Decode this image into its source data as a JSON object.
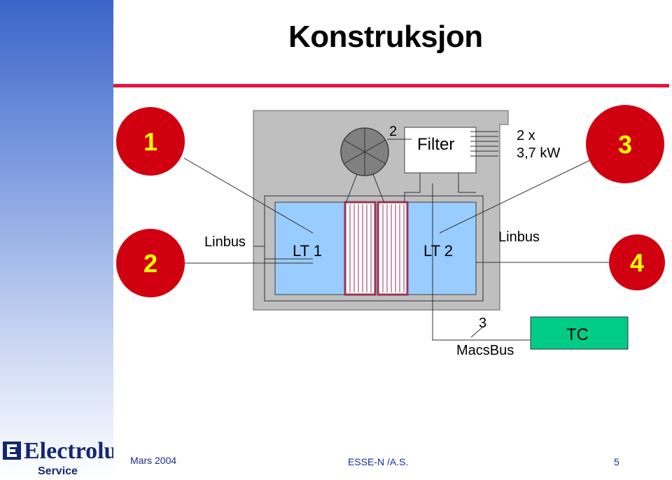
{
  "title": "Konstruksjon",
  "markers": {
    "m1": "1",
    "m2": "2",
    "m3": "3",
    "m4": "4"
  },
  "diagram": {
    "fan_number": "2",
    "filter_label": "Filter",
    "power_line1": "2 x",
    "power_line2": "3,7 kW",
    "linbus_left": "Linbus",
    "linbus_right": "Linbus",
    "lt1": "LT 1",
    "lt2": "LT 2",
    "macsbus_number": "3",
    "macsbus_label": "MacsBus",
    "tc_label": "TC"
  },
  "footer": {
    "date": "Mars 2004",
    "center": "ESSE-N /A.S.",
    "page": "5"
  },
  "logo": {
    "brand": "Electrolux",
    "sub": "Service"
  },
  "colors": {
    "accent_red": "#e6143c",
    "circle_red": "#d00010",
    "tank_blue": "#99ccff",
    "tc_green": "#00cc88",
    "housing_gray": "#bfbfbf"
  }
}
